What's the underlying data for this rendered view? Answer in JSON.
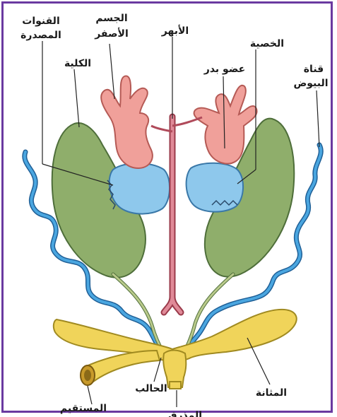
{
  "labels": {
    "ducts_line1": "القنوات",
    "ducts_line2": "المصدرة",
    "kidney": "الكلية",
    "corpus_line1": "الجسم",
    "corpus_line2": "الأصفر",
    "aorta": "الأبهر",
    "testis": "الخصية",
    "bidder": "عضو بدر",
    "oviduct_line1": "قناة",
    "oviduct_line2": "البيوض",
    "ureter": "الحالب",
    "bladder": "المثانة",
    "rectum": "المستقيم",
    "cloaca": "المذرق"
  },
  "colors": {
    "frame": "#6a3aa0",
    "kidney": "#8fae6b",
    "testis": "#8ec8ec",
    "fat_body": "#f0a09a",
    "aorta": "#d9707f",
    "oviduct": "#3a8fd0",
    "bladder": "#f0d45a"
  }
}
